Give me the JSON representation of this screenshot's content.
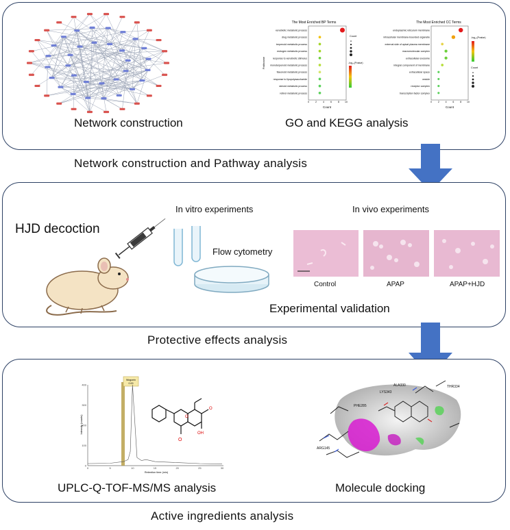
{
  "panel1": {
    "network_label": "Network construction",
    "go_label": "GO and KEGG analysis",
    "chart_bp_title": "The Most Enriched BP Terms",
    "chart_cc_title": "The Most Enriched CC Terms",
    "chart_bp_xlabel": "Count",
    "chart_cc_xlabel": "Count",
    "chart_ylabel": "Pathname",
    "legend_count": "Count",
    "legend_pval": "-log₁₀(Pvalue)",
    "caption": "Network construction  and  Pathway  analysis"
  },
  "panel2": {
    "hjd_label": "HJD decoction",
    "invitro_label": "In vitro experiments",
    "flow_label": "Flow cytometry",
    "invivo_label": "In vivo experiments",
    "histo": [
      "Control",
      "APAP",
      "APAP+HJD"
    ],
    "validation_label": "Experimental validation",
    "caption": "Protective  effects  analysis"
  },
  "panel3": {
    "uplc_label": "UPLC-Q-TOF-MS/MS analysis",
    "peak_label_1": "Wogonin",
    "peak_label_2": "0.00",
    "chart_ylabel": "Intensity (counts)",
    "chart_xlabel": "Retention time (min)",
    "docking_label": "Molecule docking",
    "dock_residues": [
      "ALA330",
      "THR334",
      "LYS343",
      "PHE285",
      "ARG145"
    ],
    "caption": "Active  ingredients  analysis"
  },
  "colors": {
    "border": "#2b3f63",
    "arrow": "#4472c4",
    "node_blue": "#6f7fd6",
    "node_red": "#d9534f",
    "tissue": "#e7b8d3"
  },
  "chart_data": [
    {
      "type": "scatter",
      "title": "The Most Enriched BP Terms",
      "xlabel": "Count",
      "ylabel": "Pathname",
      "categories": [
        "xenobiotic metabolic process",
        "drug metabolic process",
        "terpenoid metabolic process",
        "estrogen metabolic process",
        "response to xenobiotic stimulus",
        "monoterpenoid metabolic process",
        "flavonoid metabolic process",
        "response to lipopolysaccharide",
        "steroid metabolic process",
        "retinol metabolic process"
      ],
      "values": [
        9,
        3,
        3,
        3,
        3,
        3,
        3,
        3,
        3,
        3
      ]
    },
    {
      "type": "scatter",
      "title": "The Most Enriched CC Terms",
      "xlabel": "Count",
      "ylabel": "Pathname",
      "categories": [
        "endoplasmic reticulum membrane",
        "intracellular membrane-bounded organelle",
        "external side of apical plasma membrane",
        "macromolecular complex",
        "extracellular exosome",
        "integral component of membrane",
        "extracellular space",
        "vesicle",
        "receptor complex",
        "transcription factor complex"
      ],
      "values": [
        8,
        6,
        3,
        4,
        4,
        3,
        2,
        2,
        2,
        2
      ]
    },
    {
      "type": "line",
      "title": "",
      "xlabel": "Retention time (min)",
      "ylabel": "Intensity (counts)",
      "x": [
        0,
        5,
        8,
        9,
        9.5,
        10,
        11,
        12,
        13,
        15,
        20,
        25,
        30
      ],
      "y": [
        10,
        12,
        20,
        30,
        70,
        400,
        40,
        25,
        30,
        20,
        15,
        10,
        8
      ]
    }
  ]
}
